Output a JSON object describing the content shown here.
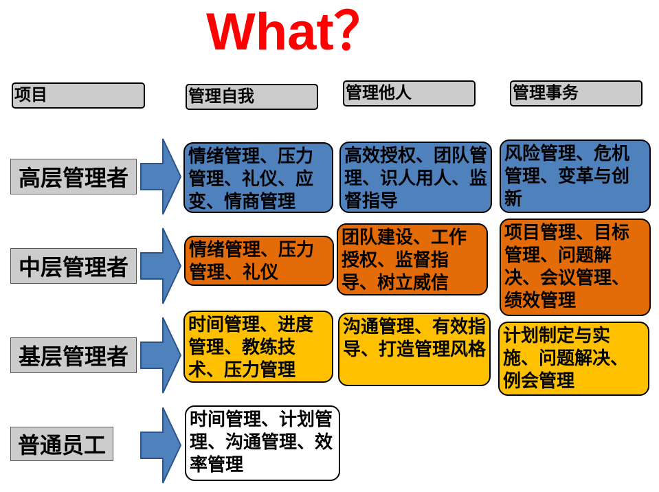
{
  "title": "What？",
  "colors": {
    "title": "#ff0000",
    "high": "#4f81bd",
    "mid": "#e36c09",
    "base": "#ffc000",
    "staff": "#ffffff",
    "label_bg": "#cccccc",
    "arrow": "#4f81bd"
  },
  "headers": {
    "item": "项目",
    "self": "管理自我",
    "others": "管理他人",
    "affairs": "管理事务"
  },
  "rows": {
    "high": {
      "label": "高层管理者",
      "self": "情绪管理、压力管理、礼仪、应变、情商管理",
      "others": "高效授权、团队管理、识人用人、监督指导",
      "affairs": "风险管理、危机管理、变革与创新"
    },
    "mid": {
      "label": "中层管理者",
      "self": "情绪管理、压力管理、礼仪",
      "others": "团队建设、工作授权、监督指导、树立威信",
      "affairs": "项目管理、目标管理、问题解决、会议管理、绩效管理"
    },
    "base": {
      "label": "基层管理者",
      "self": "时间管理、进度管理、教练技术、压力管理",
      "others": "沟通管理、有效指导、打造管理风格",
      "affairs": "计划制定与实施、问题解决、例会管理"
    },
    "staff": {
      "label": "普通员工",
      "self": "时间管理、计划管理、沟通管理、效率管理"
    }
  }
}
